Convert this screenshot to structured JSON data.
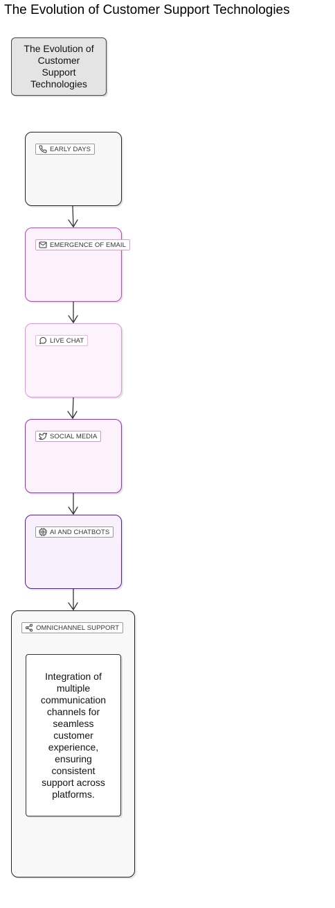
{
  "page": {
    "title": "The Evolution of Customer Support Technologies"
  },
  "diagram": {
    "title_node": "The Evolution of Customer Support Technologies",
    "stages": [
      {
        "label": "EARLY DAYS",
        "icon": "phone-icon",
        "border": "#222222",
        "fill": "#f7f7f7"
      },
      {
        "label": "EMERGENCE OF EMAIL",
        "icon": "mail-icon",
        "border": "#c040c8",
        "fill": "#fcf2fc"
      },
      {
        "label": "LIVE CHAT",
        "icon": "chat-bubble-icon",
        "border": "#e68fe8",
        "fill": "#fdf4fd"
      },
      {
        "label": "SOCIAL MEDIA",
        "icon": "twitter-bird-icon",
        "border": "#9a28c2",
        "fill": "#fbf2fc"
      },
      {
        "label": "AI AND CHATBOTS",
        "icon": "cpu-chip-icon",
        "border": "#5a1a9e",
        "fill": "#f8f0fc"
      },
      {
        "label": "OMNICHANNEL SUPPORT",
        "icon": "share-nodes-icon",
        "border": "#222222",
        "fill": "#f8f8f8"
      }
    ],
    "omnichannel_description": "Integration of multiple communication channels for seamless customer experience, ensuring consistent support across platforms."
  }
}
